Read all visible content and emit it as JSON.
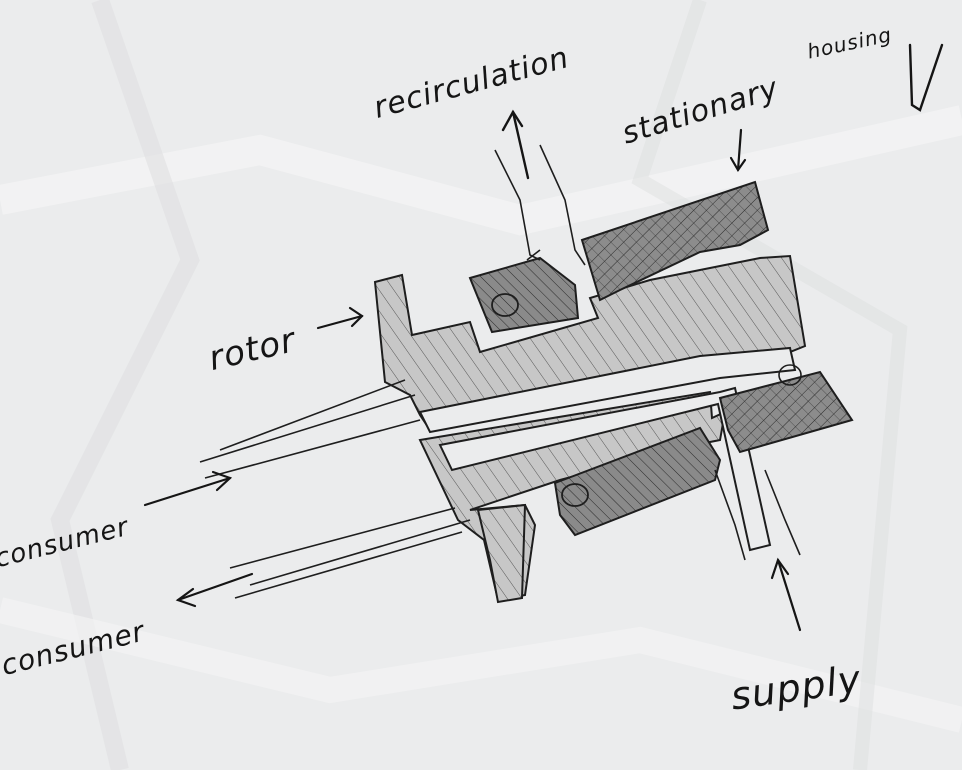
{
  "labels": {
    "recirculation": "recirculation",
    "stationary": "stationary",
    "housing": "housing",
    "rotor": "rotor",
    "consumer_in": "consumer",
    "consumer_out": "consumer",
    "supply": "supply"
  },
  "colors": {
    "paper": "#ecedee",
    "ink": "#151515",
    "rotor_fill": "#c9c9c9",
    "housing_fill": "#7f7f7f"
  }
}
